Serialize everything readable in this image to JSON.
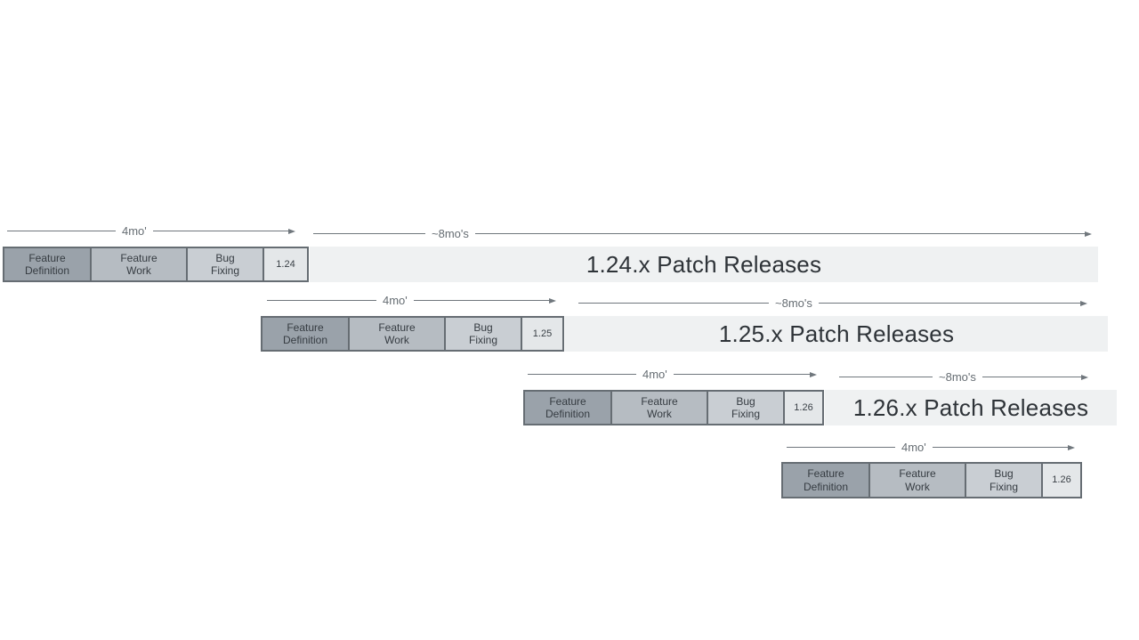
{
  "labels": {
    "dev_duration": "4mo'",
    "patch_duration": "~8mo's"
  },
  "phases": [
    [
      "Feature",
      "Definition"
    ],
    [
      "Feature",
      "Work"
    ],
    [
      "Bug",
      "Fixing"
    ]
  ],
  "rows": [
    {
      "version": "1.24",
      "patch_text": "1.24.x Patch Releases"
    },
    {
      "version": "1.25",
      "patch_text": "1.25.x Patch Releases"
    },
    {
      "version": "1.26",
      "patch_text": "1.26.x Patch Releases"
    },
    {
      "version": "1.26"
    }
  ],
  "colors": {
    "feature_definition_fill": "#9aa2aa",
    "feature_work_fill": "#b6bcc2",
    "bug_fixing_fill": "#c9ced3",
    "version_box_fill": "#e4e7e9",
    "patch_bar_fill": "#eff1f2",
    "box_border": "#666d73",
    "arrow": "#70777d",
    "text_dark": "#2e3338"
  }
}
